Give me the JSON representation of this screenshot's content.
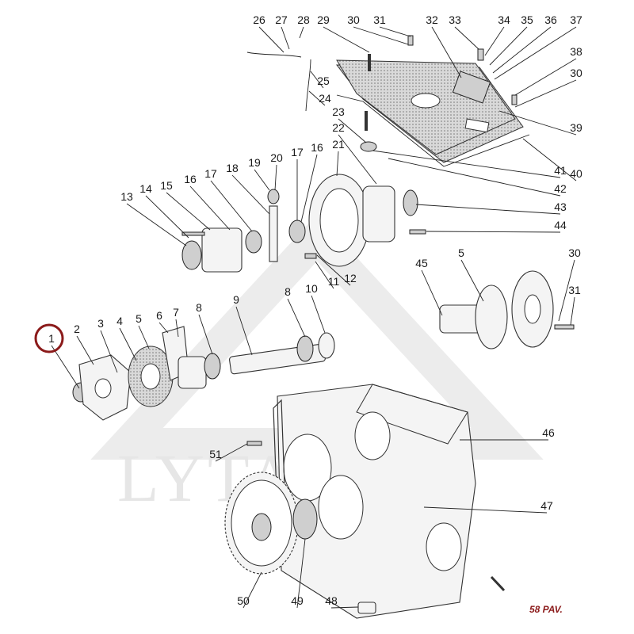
{
  "watermark": "LYTAGRA",
  "caption": "58 PAV.",
  "highlight": {
    "label": "1",
    "color": "#8b1a1a"
  },
  "callouts": [
    {
      "id": "1",
      "label": "1"
    },
    {
      "id": "2",
      "label": "2"
    },
    {
      "id": "3",
      "label": "3"
    },
    {
      "id": "4",
      "label": "4"
    },
    {
      "id": "5a",
      "label": "5"
    },
    {
      "id": "6",
      "label": "6"
    },
    {
      "id": "7",
      "label": "7"
    },
    {
      "id": "8a",
      "label": "8"
    },
    {
      "id": "9",
      "label": "9"
    },
    {
      "id": "8b",
      "label": "8"
    },
    {
      "id": "10",
      "label": "10"
    },
    {
      "id": "11",
      "label": "11"
    },
    {
      "id": "12",
      "label": "12"
    },
    {
      "id": "13",
      "label": "13"
    },
    {
      "id": "14",
      "label": "14"
    },
    {
      "id": "15",
      "label": "15"
    },
    {
      "id": "16a",
      "label": "16"
    },
    {
      "id": "17a",
      "label": "17"
    },
    {
      "id": "18",
      "label": "18"
    },
    {
      "id": "19",
      "label": "19"
    },
    {
      "id": "20",
      "label": "20"
    },
    {
      "id": "17b",
      "label": "17"
    },
    {
      "id": "16b",
      "label": "16"
    },
    {
      "id": "21",
      "label": "21"
    },
    {
      "id": "22",
      "label": "22"
    },
    {
      "id": "23",
      "label": "23"
    },
    {
      "id": "24",
      "label": "24"
    },
    {
      "id": "25",
      "label": "25"
    },
    {
      "id": "26",
      "label": "26"
    },
    {
      "id": "27",
      "label": "27"
    },
    {
      "id": "28",
      "label": "28"
    },
    {
      "id": "29",
      "label": "29"
    },
    {
      "id": "30a",
      "label": "30"
    },
    {
      "id": "31a",
      "label": "31"
    },
    {
      "id": "32",
      "label": "32"
    },
    {
      "id": "33",
      "label": "33"
    },
    {
      "id": "34",
      "label": "34"
    },
    {
      "id": "35",
      "label": "35"
    },
    {
      "id": "36",
      "label": "36"
    },
    {
      "id": "37",
      "label": "37"
    },
    {
      "id": "38",
      "label": "38"
    },
    {
      "id": "30b",
      "label": "30"
    },
    {
      "id": "39",
      "label": "39"
    },
    {
      "id": "40",
      "label": "40"
    },
    {
      "id": "41",
      "label": "41"
    },
    {
      "id": "42",
      "label": "42"
    },
    {
      "id": "43",
      "label": "43"
    },
    {
      "id": "44",
      "label": "44"
    },
    {
      "id": "45",
      "label": "45"
    },
    {
      "id": "5b",
      "label": "5"
    },
    {
      "id": "30c",
      "label": "30"
    },
    {
      "id": "31b",
      "label": "31"
    },
    {
      "id": "46",
      "label": "46"
    },
    {
      "id": "47",
      "label": "47"
    },
    {
      "id": "48",
      "label": "48"
    },
    {
      "id": "49",
      "label": "49"
    },
    {
      "id": "50",
      "label": "50"
    },
    {
      "id": "51",
      "label": "51"
    }
  ]
}
